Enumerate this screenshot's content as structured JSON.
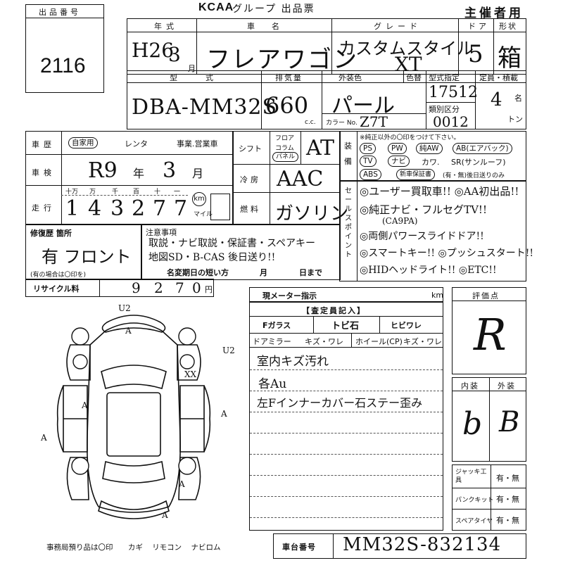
{
  "header": {
    "lot_label": "出品番号",
    "lot_number": "2116",
    "logo": "KCAA",
    "title": "グループ 出品票",
    "organizer": "主催者用"
  },
  "top_row": {
    "year_label": "年式",
    "year_value": "H26",
    "month_value": "3",
    "month_unit": "月",
    "name_label": "車名",
    "name_value": "フレアワゴン",
    "grade_label": "グレード",
    "grade_value_1": "カスタムスタイル",
    "grade_value_2": "XT",
    "doors_label": "ドア",
    "doors_value": "5",
    "shape_label": "形状",
    "shape_value": "箱"
  },
  "second_row": {
    "model_label": "型式",
    "model_value": "DBA-MM32S",
    "disp_label": "排気量",
    "disp_value": "660",
    "disp_unit": "c.c.",
    "color_label": "外装色",
    "color_value": "パール",
    "color_swap_label": "色替",
    "color_no_label": "カラー No.",
    "color_no_value": "Z7T",
    "type_label": "型式指定",
    "type_value": "17512",
    "class_label": "類別区分",
    "class_value": "0012",
    "capacity_label": "定員・積載",
    "capacity_value": "4",
    "capacity_unit": "名",
    "ton_unit": "トン"
  },
  "history": {
    "label": "車歴",
    "opt_private": "自家用",
    "opt_rental": "レンタ",
    "opt_business": "事業.営業車",
    "inspection_label": "車検",
    "inspection_value": "R9",
    "inspection_year": "年",
    "inspection_month": "3",
    "inspection_month_unit": "月",
    "mileage_label": "走行",
    "digit_labels": [
      "十万",
      "万",
      "千",
      "百",
      "十",
      "一"
    ],
    "mileage_digits": [
      "1",
      "4",
      "3",
      "2",
      "7",
      "7"
    ],
    "km_label": "km",
    "mile_label": "マイル"
  },
  "shift": {
    "label": "シフト",
    "opt_floor": "フロア",
    "opt_column": "コラム",
    "opt_panel": "パネル",
    "value": "AT",
    "ac_label": "冷房",
    "ac_value": "AAC",
    "fuel_label": "燃料",
    "fuel_value": "ガソリン"
  },
  "equipment": {
    "label": "装備",
    "note": "※純正以外の〇印をつけて下さい。",
    "row1": [
      "PS",
      "PW",
      "純AW",
      "AB(エアバック)"
    ],
    "row2": [
      "TV",
      "ナビ",
      "カワ.",
      "SR(サンルーフ)"
    ],
    "row3": [
      "ABS",
      "新車保証書",
      "(有・無)後日送りのみ"
    ]
  },
  "sales_points": {
    "label": "セールスポイント",
    "lines": [
      "◎ユーザー買取車!! ◎AA初出品!!",
      "◎純正ナビ・フルセグTV!!",
      "(CA9PA)",
      "◎両側パワースライドドア!!",
      "◎スマートキー!! ◎プッシュスタート!!",
      "◎HIDヘッドライト!! ◎ETC!!"
    ]
  },
  "repair": {
    "label": "修復歴 箇所",
    "value": "有 フロント",
    "hint": "(有の場合は〇印を)"
  },
  "notes": {
    "label": "注意事項",
    "line1": "取説・ナビ取説・保証書・スペアキー",
    "line2": "地図SD・B-CAS 後日送り!!",
    "line3_label": "名変期日の短い方",
    "month_label": "月",
    "day_label": "日まで"
  },
  "recycle": {
    "label": "リサイクル料",
    "digits": [
      "9",
      "2",
      "7",
      "0"
    ],
    "unit": "円"
  },
  "meter": {
    "label": "現メーター指示",
    "unit": "km"
  },
  "inspector": {
    "title": "【査定員記入】",
    "glass_label": "Fガラス",
    "glass_value": "トビ石",
    "crack_label": "ヒビワレ",
    "mirror_label": "ドアミラー",
    "mirror_value": "キズ・ワレ",
    "wheel_label": "ホイール(CP)",
    "wheel_value": "キズ・ワレ",
    "comments": [
      "室内キズ汚れ",
      "各Au",
      "左Fインナーカバー石ステー歪み"
    ]
  },
  "score": {
    "label": "評価点",
    "value": "R",
    "interior_label": "内装",
    "interior_value": "b",
    "exterior_label": "外装",
    "exterior_value": "B"
  },
  "accessories": {
    "jack_label": "ジャッキ工具",
    "jack_value": "有・無",
    "puncture_label": "パンクキット",
    "puncture_value": "有・無",
    "spare_label": "スペアタイヤ",
    "spare_value": "有・無"
  },
  "footer": {
    "office_note": "事務局預り品は〇印",
    "key": "カギ",
    "remote": "リモコン",
    "navi": "ナビロム",
    "chassis_label": "車台番号",
    "chassis_value": "MM32S-832134"
  },
  "diagram": {
    "marks": [
      "U2",
      "U2",
      "A",
      "A",
      "A",
      "A",
      "A",
      "A",
      "XX"
    ]
  }
}
